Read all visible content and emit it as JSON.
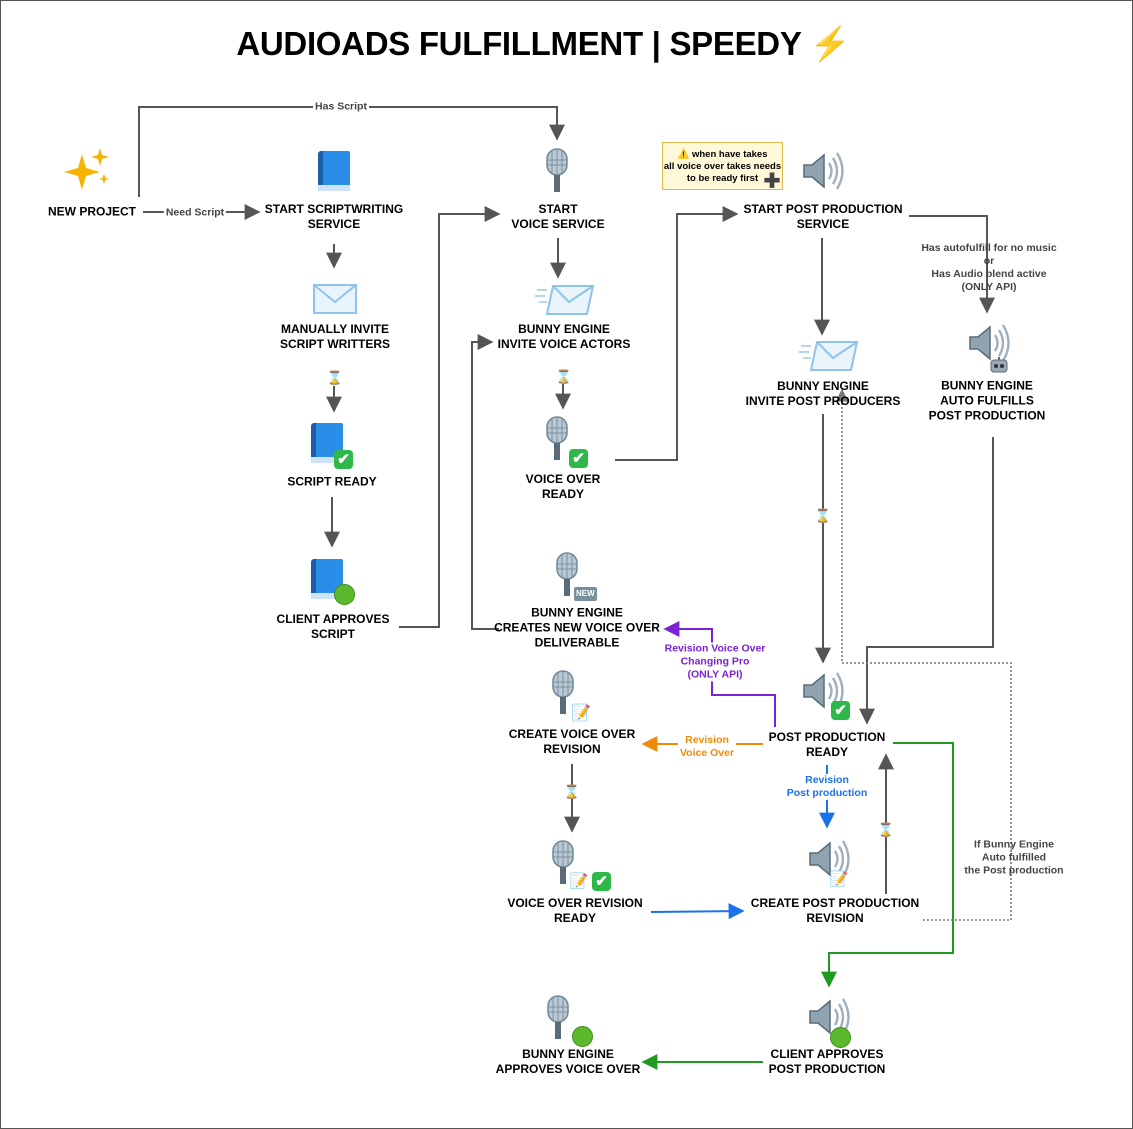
{
  "title": "AUDIOADS FULFILLMENT | SPEEDY",
  "title_icon": "lightning-bolt-icon",
  "note": {
    "icon": "warning-icon",
    "line1": "when have takes",
    "line2": "all voice over takes needs",
    "line3": "to be ready first"
  },
  "nodes": {
    "new_project": {
      "line1": "NEW PROJECT",
      "icon": "sparkles-icon"
    },
    "start_scriptwriting": {
      "line1": "START SCRIPTWRITING",
      "line2": "SERVICE",
      "icon": "blue-book-icon"
    },
    "manually_invite_writers": {
      "line1": "MANUALLY INVITE",
      "line2": "SCRIPT WRITTERS",
      "icon": "envelope-icon"
    },
    "script_ready": {
      "line1": "SCRIPT READY",
      "icon": "blue-book-icon"
    },
    "client_approves_script": {
      "line1": "CLIENT APPROVES",
      "line2": "SCRIPT",
      "icon": "blue-book-icon"
    },
    "start_voice": {
      "line1": "START",
      "line2": "VOICE SERVICE",
      "icon": "microphone-icon"
    },
    "invite_voice_actors": {
      "line1": "BUNNY ENGINE",
      "line2": "INVITE VOICE ACTORS",
      "icon": "incoming-envelope-icon"
    },
    "voice_over_ready": {
      "line1": "VOICE OVER",
      "line2": "READY",
      "icon": "microphone-icon"
    },
    "creates_new_vo": {
      "line1": "BUNNY ENGINE",
      "line2": "CREATES NEW VOICE OVER",
      "line3": "DELIVERABLE",
      "icon": "microphone-icon",
      "badge": "NEW"
    },
    "create_vo_revision": {
      "line1": "CREATE VOICE OVER",
      "line2": "REVISION",
      "icon": "microphone-icon"
    },
    "vo_revision_ready": {
      "line1": "VOICE OVER REVISION",
      "line2": "READY",
      "icon": "microphone-icon"
    },
    "approves_vo": {
      "line1": "BUNNY ENGINE",
      "line2": "APPROVES VOICE OVER",
      "icon": "microphone-icon"
    },
    "start_post": {
      "line1": "START POST PRODUCTION",
      "line2": "SERVICE",
      "icon": "speaker-icon"
    },
    "invite_post_producers": {
      "line1": "BUNNY ENGINE",
      "line2": "INVITE POST PRODUCERS",
      "icon": "incoming-envelope-icon"
    },
    "auto_fulfills": {
      "line1": "BUNNY ENGINE",
      "line2": "AUTO FULFILLS",
      "line3": "POST PRODUCTION",
      "icon": "speaker-icon"
    },
    "post_ready": {
      "line1": "POST PRODUCTION",
      "line2": "READY",
      "icon": "speaker-icon"
    },
    "create_post_revision": {
      "line1": "CREATE POST PRODUCTION",
      "line2": "REVISION",
      "icon": "speaker-icon"
    },
    "client_approves_post": {
      "line1": "CLIENT APPROVES",
      "line2": "POST PRODUCTION",
      "icon": "speaker-icon"
    }
  },
  "edge_labels": {
    "has_script": "Has Script",
    "need_script": "Need Script",
    "autofulfill": {
      "line1": "Has autofulfill for no music",
      "line2": "or",
      "line3": "Has Audio blend active",
      "line4": "(ONLY API)"
    },
    "revision_vo_changing_pro": {
      "line1": "Revision Voice Over",
      "line2": "Changing Pro",
      "line3": "(ONLY API)"
    },
    "revision_vo": {
      "line1": "Revision",
      "line2": "Voice Over"
    },
    "revision_post": {
      "line1": "Revision",
      "line2": "Post production"
    },
    "if_auto_fulfilled": {
      "line1": "If Bunny Engine",
      "line2": "Auto fulfilled",
      "line3": "the Post production"
    }
  },
  "colors": {
    "line": "#555555",
    "purple": "#7b22d4",
    "orange": "#f08a0a",
    "blue": "#1a73e8",
    "green": "#1f9a1f",
    "dotted": "#888888"
  }
}
